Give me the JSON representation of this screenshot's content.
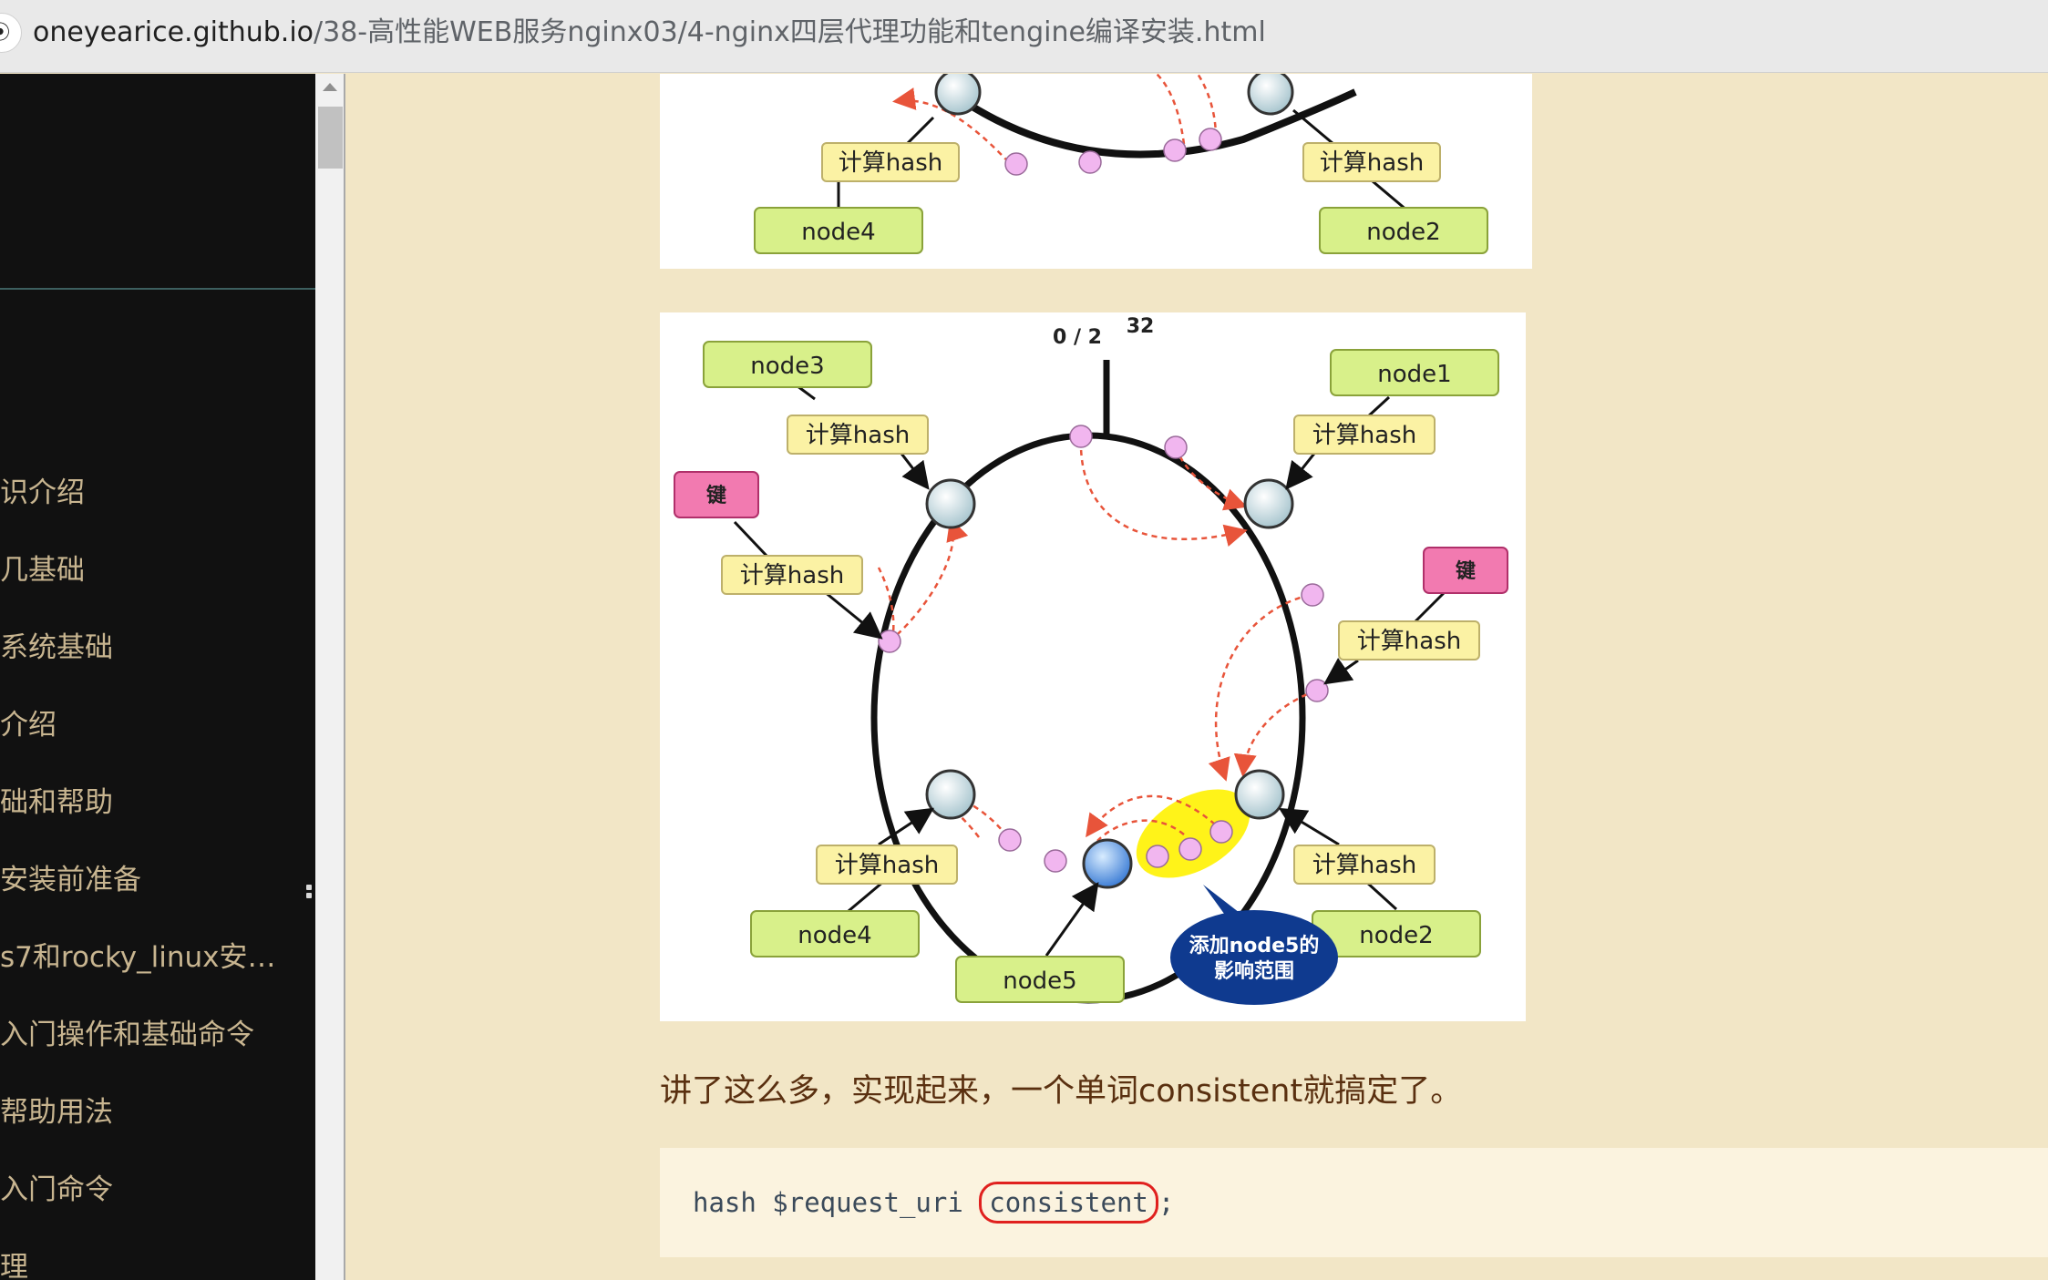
{
  "browser": {
    "site_icon": "site-info-icon",
    "url_domain": "oneyearice.github.io",
    "url_path": "/38-高性能WEB服务nginx03/4-nginx四层代理功能和tengine编译安装.html"
  },
  "sidebar": {
    "items": [
      {
        "label": "识介绍"
      },
      {
        "label": "几基础"
      },
      {
        "label": "系统基础"
      },
      {
        "label": "介绍"
      },
      {
        "label": "础和帮助"
      },
      {
        "label": "安装前准备"
      },
      {
        "label": "s7和rocky_linux安…"
      },
      {
        "label": "入门操作和基础命令"
      },
      {
        "label": "帮助用法"
      },
      {
        "label": "入门命令"
      },
      {
        "label": "理"
      }
    ]
  },
  "diagram_top": {
    "hash_left": "计算hash",
    "hash_right": "计算hash",
    "node_left": "node4",
    "node_right": "node2"
  },
  "diagram_main": {
    "top_mark_base": "0 / 2",
    "top_mark_exp": "32",
    "node1": "node1",
    "node2": "node2",
    "node3": "node3",
    "node4": "node4",
    "node5": "node5",
    "hash": "计算hash",
    "key": "键",
    "callout_line1": "添加node5的",
    "callout_line2": "影响范围"
  },
  "content": {
    "summary": "讲了这么多，实现起来，一个单词consistent就搞定了。",
    "code_before": "hash $request_uri ",
    "code_highlight": "consistent",
    "code_after": ";"
  },
  "colors": {
    "page_bg": "#f2e6c6",
    "sidebar_bg": "#111111",
    "sidebar_text": "#c8b590",
    "node_box": "#d8f08a",
    "hash_box": "#fbf2a4",
    "key_box": "#f27ab0",
    "highlight_ring": "#e0201e"
  }
}
